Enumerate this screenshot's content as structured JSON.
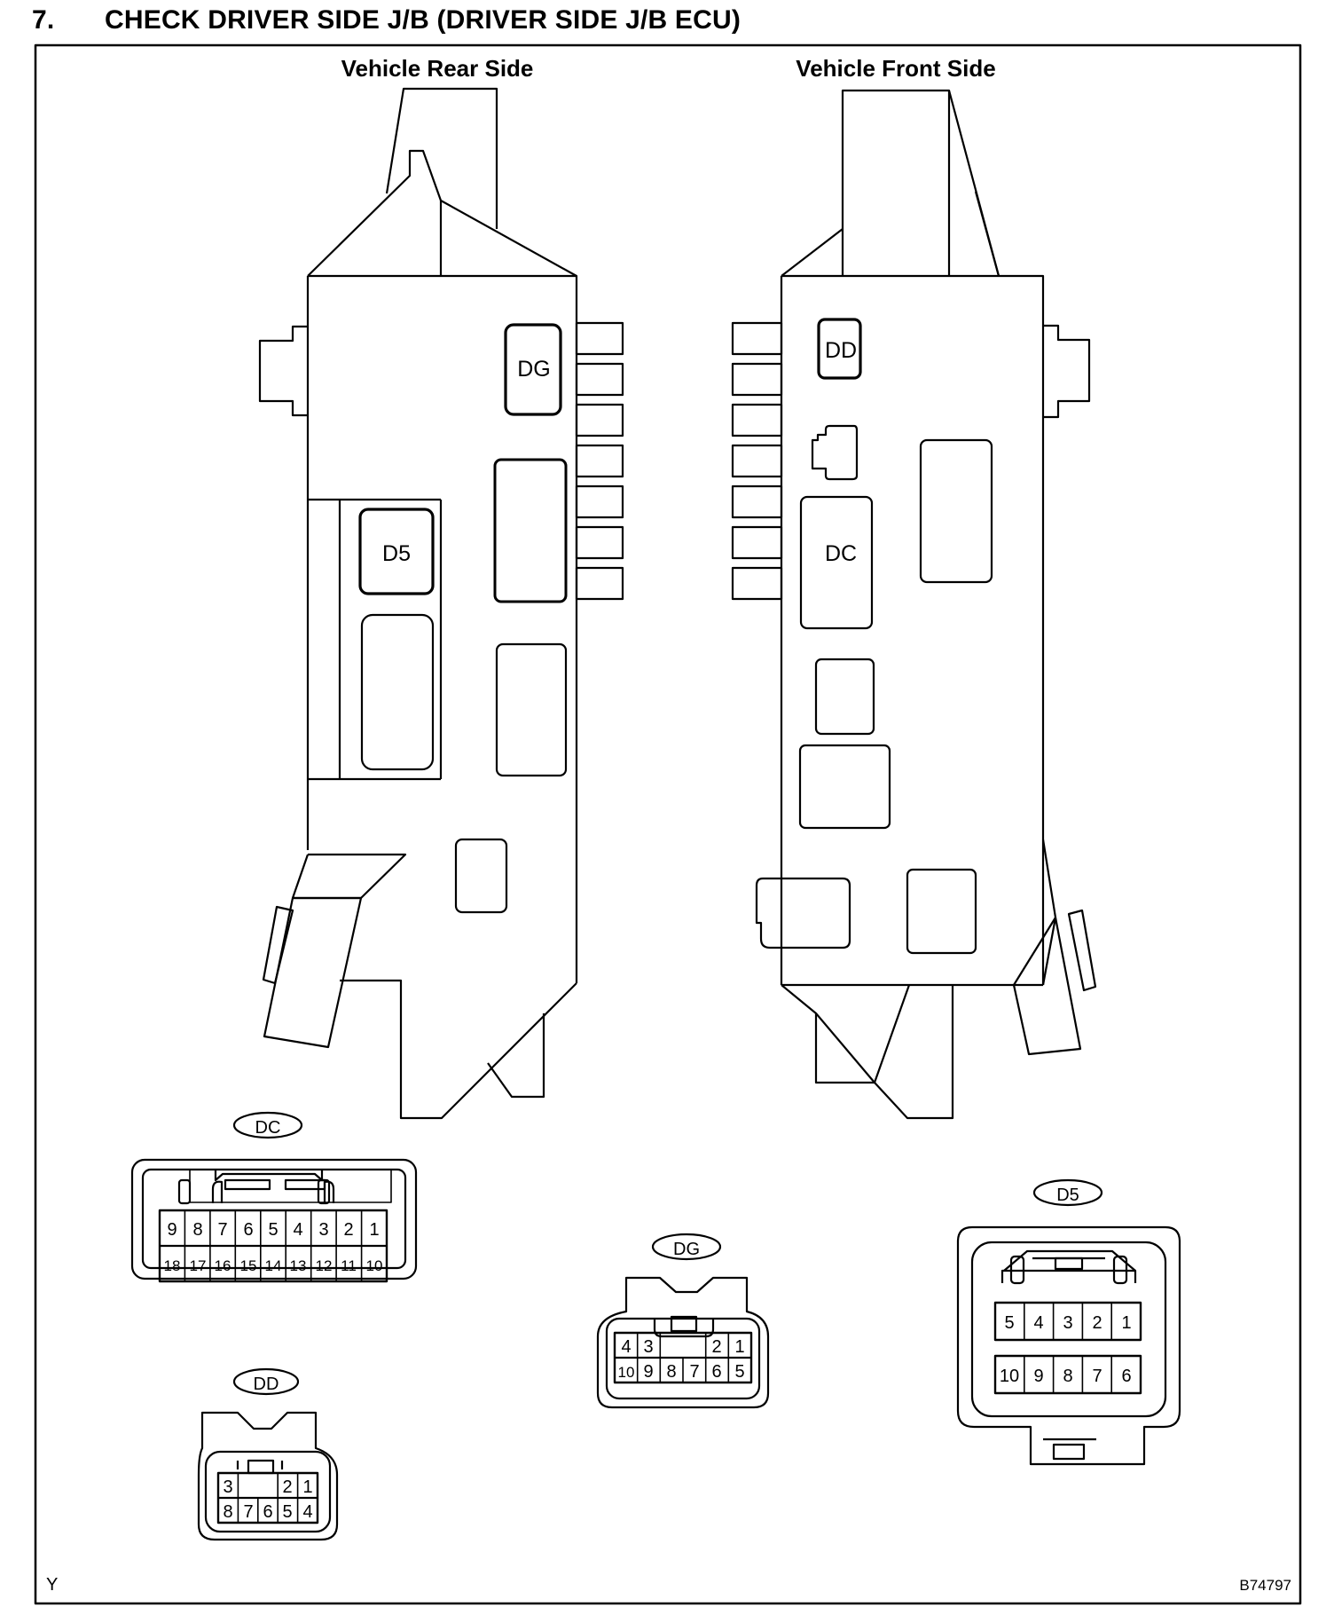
{
  "heading": {
    "number": "7.",
    "title": "CHECK DRIVER SIDE J/B (DRIVER SIDE J/B ECU)"
  },
  "views": {
    "rear": "Vehicle Rear Side",
    "front": "Vehicle Front Side"
  },
  "jb_connectors": {
    "rear": [
      "DG",
      "D5"
    ],
    "front": [
      "DD",
      "DC"
    ]
  },
  "connectors": {
    "DC": {
      "label": "DC",
      "row1": [
        "9",
        "8",
        "7",
        "6",
        "5",
        "4",
        "3",
        "2",
        "1"
      ],
      "row2": [
        "18",
        "17",
        "16",
        "15",
        "14",
        "13",
        "12",
        "11",
        "10"
      ]
    },
    "DD": {
      "label": "DD",
      "row1": [
        "3",
        "",
        "2",
        "1"
      ],
      "row2": [
        "8",
        "7",
        "6",
        "5",
        "4"
      ]
    },
    "DG": {
      "label": "DG",
      "row1": [
        "4",
        "3",
        "",
        "2",
        "1"
      ],
      "row2": [
        "10",
        "9",
        "8",
        "7",
        "6",
        "5"
      ]
    },
    "D5": {
      "label": "D5",
      "row1": [
        "5",
        "4",
        "3",
        "2",
        "1"
      ],
      "row2": [
        "10",
        "9",
        "8",
        "7",
        "6"
      ]
    }
  },
  "footer": {
    "left": "Y",
    "right": "B74797"
  }
}
